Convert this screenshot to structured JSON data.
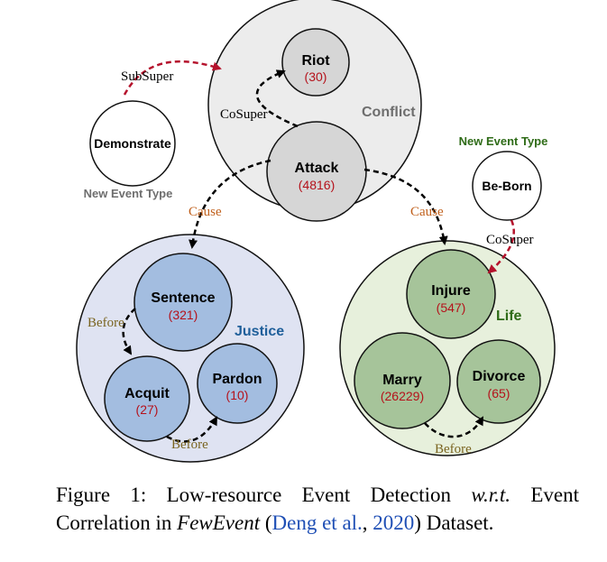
{
  "groups": {
    "conflict": {
      "label": "Conflict"
    },
    "justice": {
      "label": "Justice"
    },
    "life": {
      "label": "Life"
    }
  },
  "nodes": {
    "riot": {
      "name": "Riot",
      "count": "(30)"
    },
    "attack": {
      "name": "Attack",
      "count": "(4816)"
    },
    "sentence": {
      "name": "Sentence",
      "count": "(321)"
    },
    "acquit": {
      "name": "Acquit",
      "count": "(27)"
    },
    "pardon": {
      "name": "Pardon",
      "count": "(10)"
    },
    "injure": {
      "name": "Injure",
      "count": "(547)"
    },
    "marry": {
      "name": "Marry",
      "count": "(26229)"
    },
    "divorce": {
      "name": "Divorce",
      "count": "(65)"
    },
    "demonstrate": {
      "name": "Demonstrate",
      "tag": "New Event Type"
    },
    "beborn": {
      "name": "Be-Born",
      "tag": "New Event Type"
    }
  },
  "edges": {
    "subsuper": "SubSuper",
    "cosuper_conflict": "CoSuper",
    "cause_justice": "Cause",
    "cause_life": "Cause",
    "before_sentence_acquit": "Before",
    "before_acquit_pardon": "Before",
    "cosuper_life": "CoSuper",
    "before_marry_divorce": "Before"
  },
  "caption": {
    "prefix": "Figure 1:  Low-resource Event Detection ",
    "wrt": "w.r.t.",
    "mid": " Event Correlation in ",
    "dataset": "FewEvent",
    "open": " (",
    "cite_author": "Deng et al.",
    "comma": ", ",
    "cite_year": "2020",
    "close": ") Dataset."
  },
  "colors": {
    "conflict_fill": "#ececec",
    "conflict_node": "#d6d6d6",
    "justice_fill": "#dfe3f2",
    "justice_node": "#a3bde0",
    "life_fill": "#e7f0dc",
    "life_node": "#a6c49a",
    "count_red": "#b5121b",
    "new_arrow": "#b5122c",
    "relation_orange": "#c0601c",
    "relation_olive": "#7a6420",
    "justice_label": "#1f5f9a",
    "life_label": "#2e6b17",
    "citation_blue": "#1f4fb5"
  }
}
